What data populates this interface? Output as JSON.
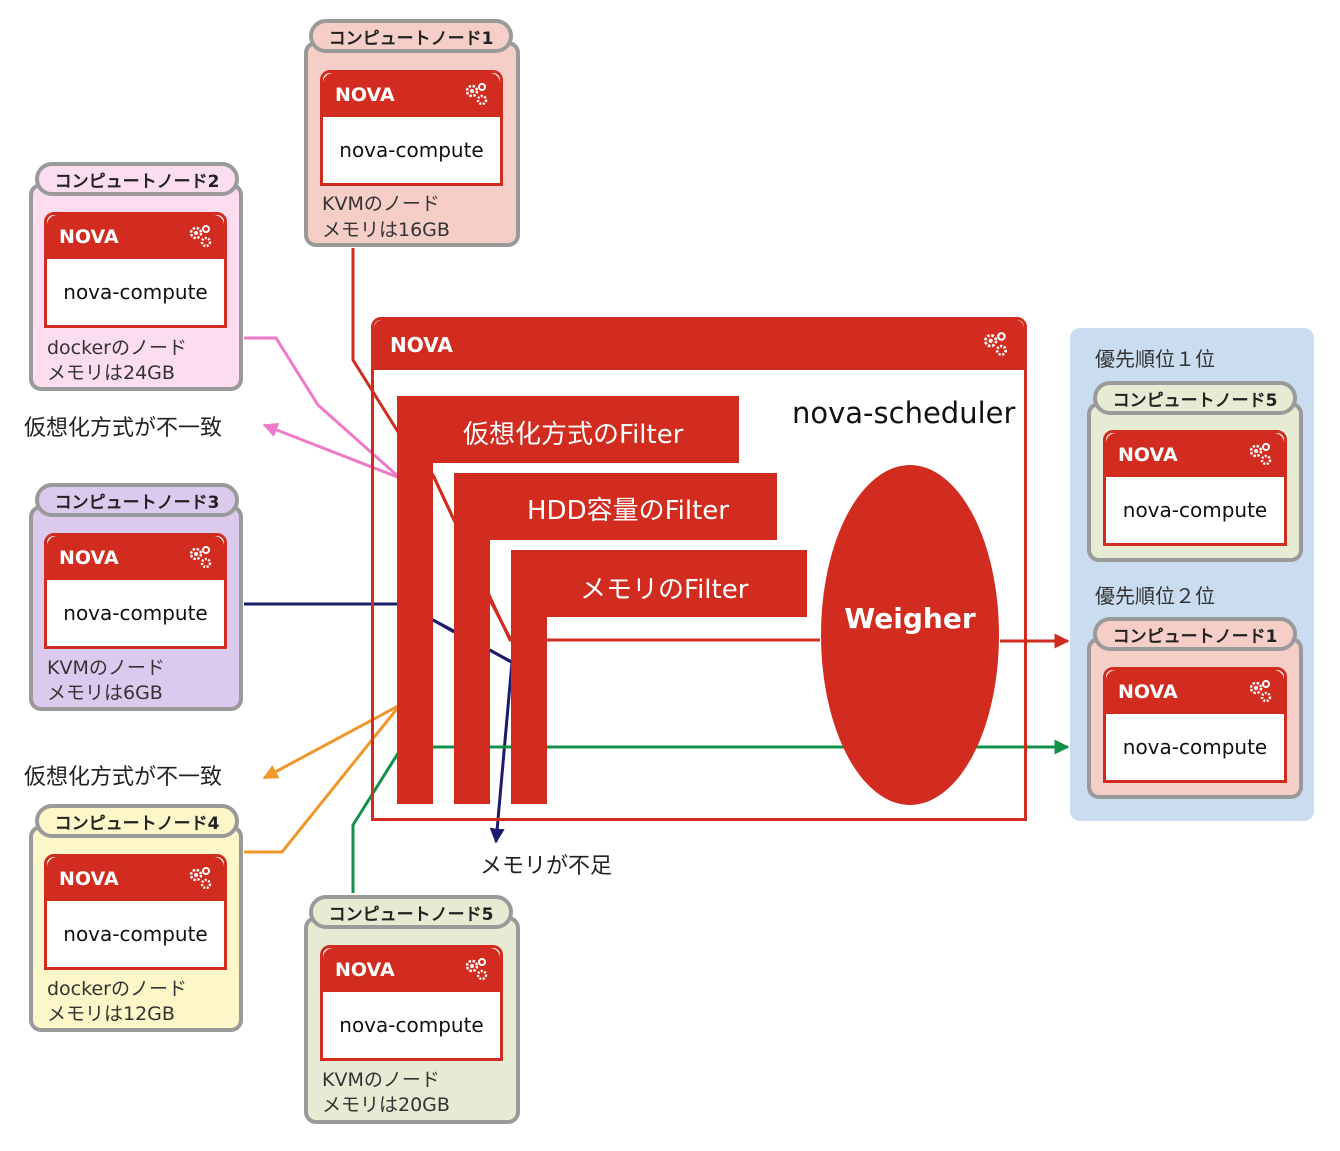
{
  "colors": {
    "red": "#d22b1f",
    "pink": "#f07ac8",
    "navy": "#1c1c6e",
    "orange": "#f2952a",
    "green": "#13904a",
    "node1_bg": "#f5cfc7",
    "node2_bg": "#fcdcef",
    "node3_bg": "#dccaee",
    "node4_bg": "#fcf6c8",
    "node5_bg": "#e6ebd3",
    "priority_panel_bg": "#c9dcf0"
  },
  "nova_header": "NOVA",
  "nova_service": "nova-compute",
  "nodes": [
    {
      "title": "コンピュートノード1",
      "caption_line1": "KVMのノード",
      "caption_line2": "メモリは16GB"
    },
    {
      "title": "コンピュートノード2",
      "caption_line1": "dockerのノード",
      "caption_line2": "メモリは24GB"
    },
    {
      "title": "コンピュートノード3",
      "caption_line1": "KVMのノード",
      "caption_line2": "メモリは6GB"
    },
    {
      "title": "コンピュートノード4",
      "caption_line1": "dockerのノード",
      "caption_line2": "メモリは12GB"
    },
    {
      "title": "コンピュートノード5",
      "caption_line1": "KVMのノード",
      "caption_line2": "メモリは20GB"
    }
  ],
  "scheduler": {
    "header": "NOVA",
    "title": "nova-scheduler",
    "filters": [
      "仮想化方式のFilter",
      "HDD容量のFilter",
      "メモリのFilter"
    ],
    "weigher": "Weigher"
  },
  "rejections": {
    "virt_mismatch_1": "仮想化方式が不一致",
    "virt_mismatch_2": "仮想化方式が不一致",
    "memory_short": "メモリが不足"
  },
  "priority": {
    "rank1_label": "優先順位１位",
    "rank1_node": "コンピュートノード5",
    "rank2_label": "優先順位２位",
    "rank2_node": "コンピュートノード1"
  }
}
